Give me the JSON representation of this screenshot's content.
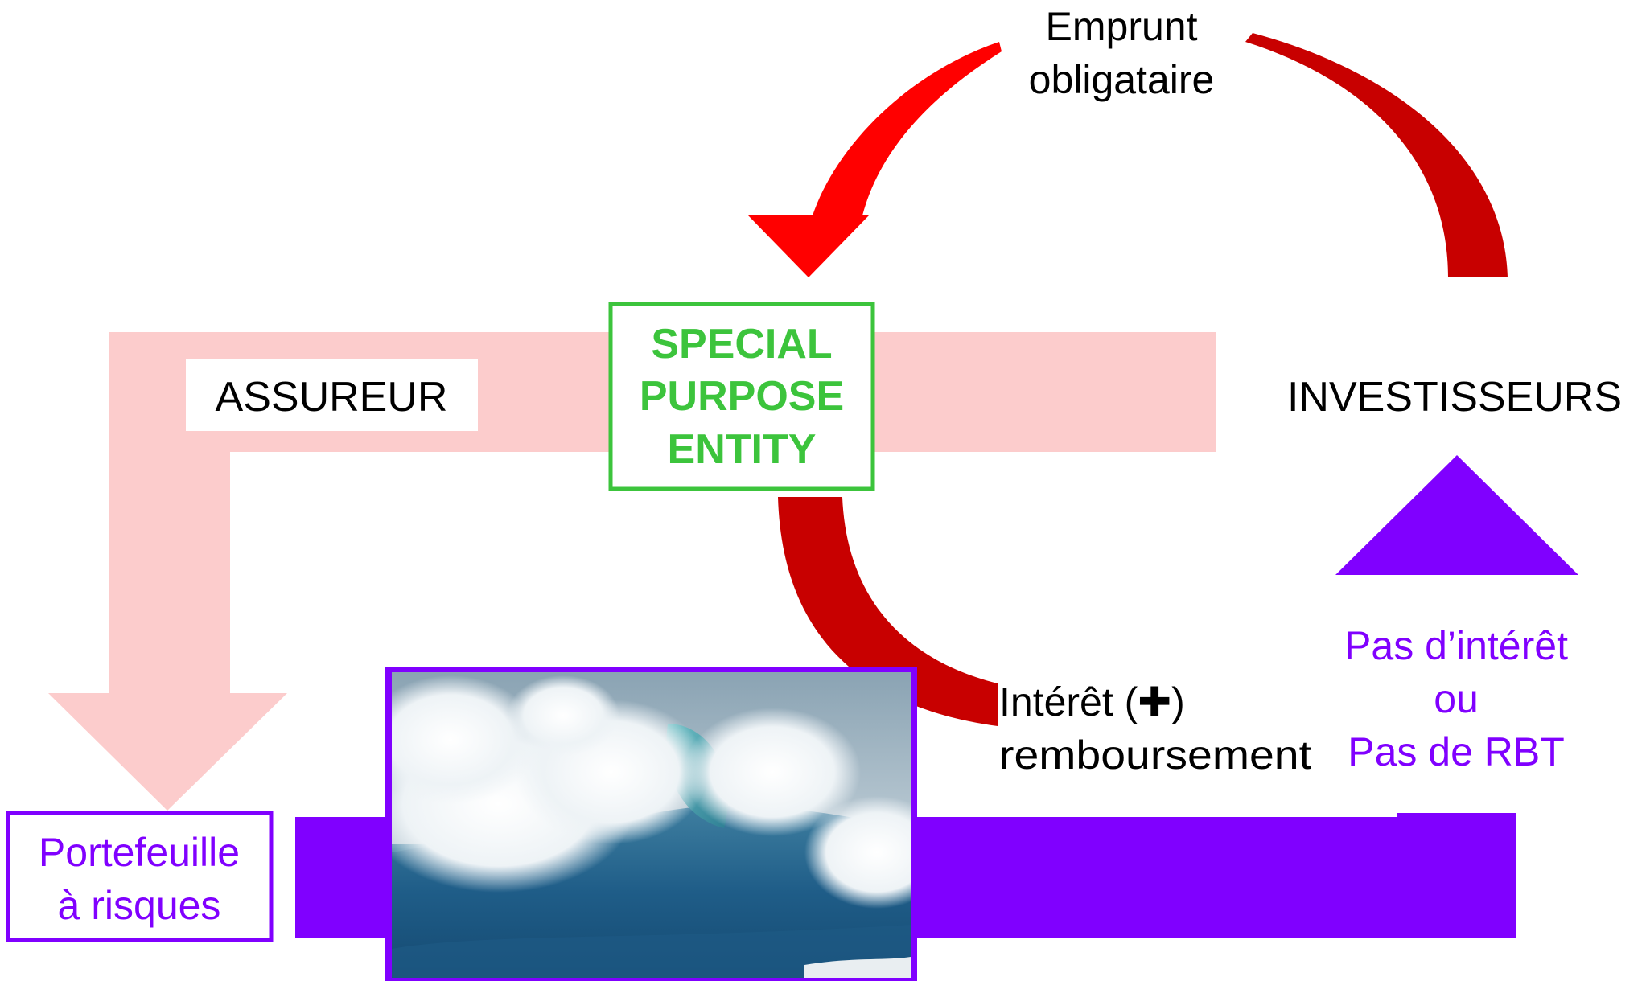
{
  "labels": {
    "emprunt_line1": "Emprunt",
    "emprunt_line2": "obligataire",
    "assureur": "ASSUREUR",
    "spe_line1": "SPECIAL",
    "spe_line2": "PURPOSE",
    "spe_line3": "ENTITY",
    "investisseurs": "INVESTISSEURS",
    "interet_line1": "Intérêt (✚)",
    "interet_line2": "remboursement",
    "portefeuille_line1": "Portefeuille",
    "portefeuille_line2": "à risques",
    "pas_line1": "Pas d’intérêt",
    "pas_line2": "ou",
    "pas_line3": "Pas de RBT"
  },
  "image": {
    "subject": "ocean-wave-photo"
  },
  "colors": {
    "red_bright": "#ff0000",
    "red_dark": "#c80000",
    "pink": "#fccccc",
    "purple": "#8000ff",
    "green": "#3cc43c"
  }
}
